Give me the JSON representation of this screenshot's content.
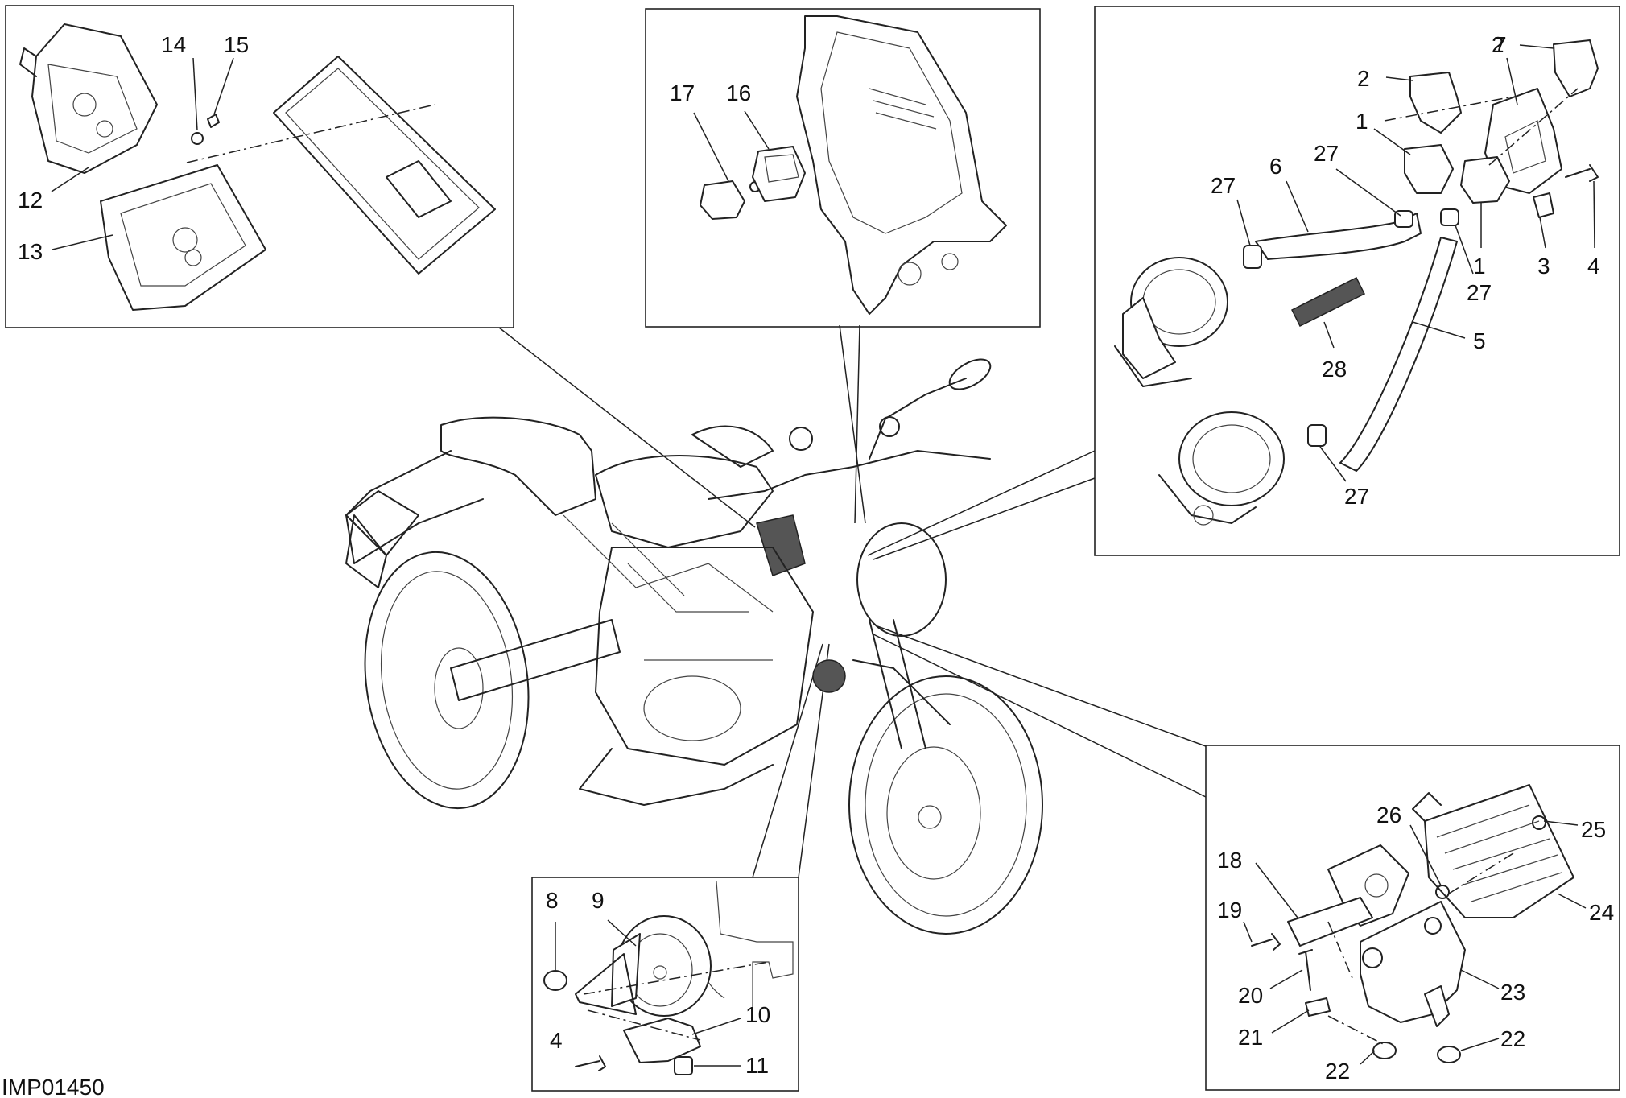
{
  "drawing_code": "IMP01450",
  "panels": {
    "ecu": {
      "labels": [
        "14",
        "15",
        "12",
        "13"
      ]
    },
    "frame_bracket": {
      "labels": [
        "17",
        "16"
      ]
    },
    "throttle": {
      "labels": [
        "7",
        "2",
        "2",
        "1",
        "27",
        "27",
        "6",
        "1",
        "3",
        "4",
        "27",
        "5",
        "28",
        "27"
      ]
    },
    "horn": {
      "labels": [
        "8",
        "9",
        "10",
        "4",
        "11"
      ]
    },
    "regulator": {
      "labels": [
        "26",
        "25",
        "18",
        "24",
        "19",
        "20",
        "23",
        "21",
        "22",
        "22"
      ]
    }
  }
}
